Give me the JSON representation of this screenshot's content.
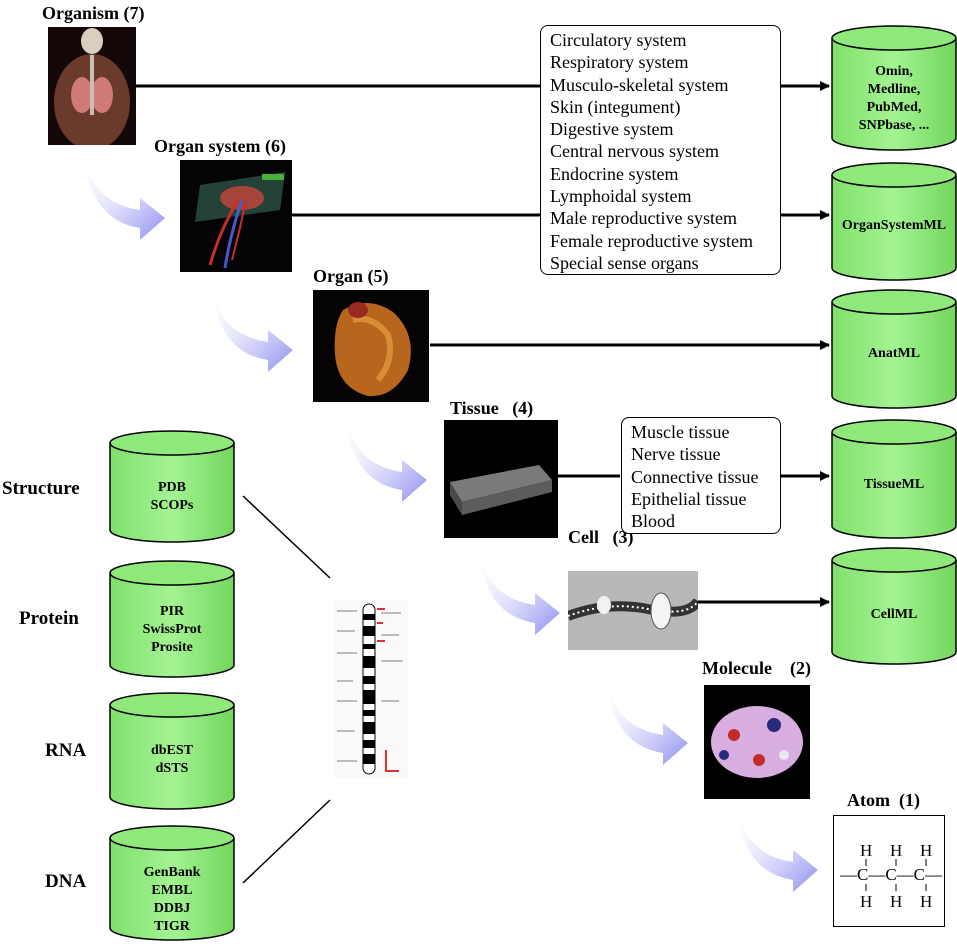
{
  "levels": {
    "organism": "Organism (7)",
    "organ_system": "Organ system (6)",
    "organ": "Organ (5)",
    "tissue": "Tissue   (4)",
    "cell": "Cell   (3)",
    "molecule": "Molecule    (2)",
    "atom": "Atom  (1)"
  },
  "organ_systems_list": [
    "Circulatory system",
    "Respiratory system",
    "Musculo-skeletal system",
    "Skin (integument)",
    "Digestive system",
    "Central nervous system",
    "Endocrine system",
    "Lymphoidal system",
    "Male reproductive system",
    "Female reproductive system",
    "Special sense organs"
  ],
  "tissue_types_list": [
    "Muscle tissue",
    "Nerve tissue",
    "Connective tissue",
    "Epithelial tissue",
    "Blood"
  ],
  "databases_right": {
    "organism_db": [
      "Omin,",
      "Medline,",
      "PubMed,",
      "SNPbase, ..."
    ],
    "organ_system_db": [
      "OrganSystemML"
    ],
    "organ_db": [
      "AnatML"
    ],
    "tissue_db": [
      "TissueML"
    ],
    "cell_db": [
      "CellML"
    ]
  },
  "row_labels": {
    "structure": "Structure",
    "protein": "Protein",
    "rna": "RNA",
    "dna": "DNA"
  },
  "databases_left": {
    "structure_db": [
      "PDB",
      "SCOPs"
    ],
    "protein_db": [
      "PIR",
      "SwissProt",
      "Prosite"
    ],
    "rna_db": [
      "dbEST",
      "dSTS"
    ],
    "dna_db": [
      "GenBank",
      "EMBL",
      "DDBJ",
      "TIGR"
    ]
  },
  "propane": {
    "top": [
      "H",
      "H",
      "H"
    ],
    "middle": "—C—C—C—",
    "bottom": [
      "H",
      "H",
      "H"
    ]
  },
  "colors": {
    "db_fill": "#8fe87a",
    "db_stroke": "#000000",
    "curve_arrow": "#9b9bf2"
  }
}
